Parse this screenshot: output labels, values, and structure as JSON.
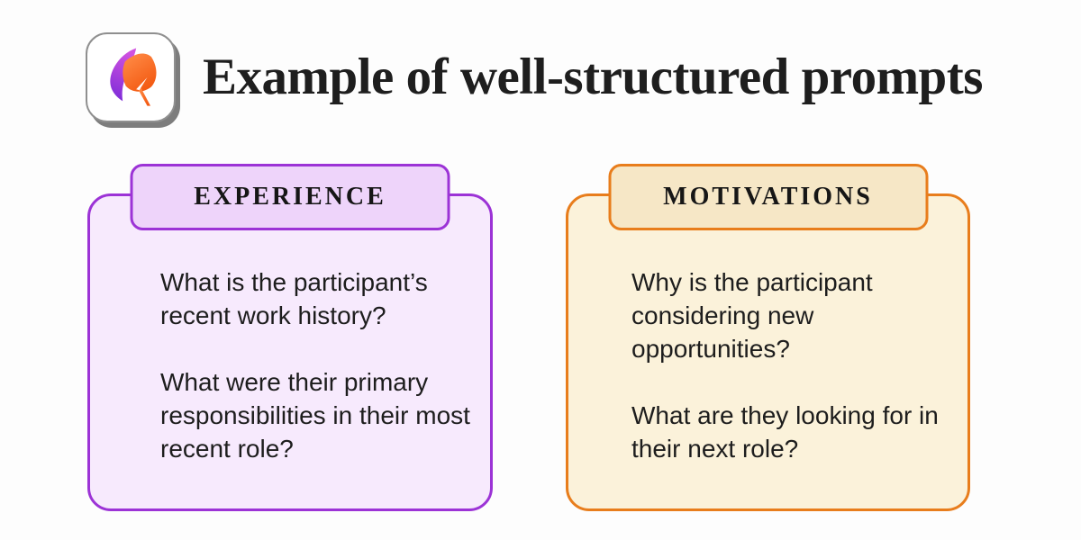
{
  "header": {
    "title": "Example of well-structured prompts",
    "logo": "dual-leaf-logo"
  },
  "cards": [
    {
      "label": "EXPERIENCE",
      "questions": [
        "What is the participant’s recent work history?",
        "What were their primary responsibilities in their most recent role?"
      ]
    },
    {
      "label": "MOTIVATIONS",
      "questions": [
        "Why is the participant considering new opportunities?",
        "What are they looking for in their next role?"
      ]
    }
  ],
  "colors": {
    "page-bg": "#fdfdfd",
    "title-color": "#1e1e1e",
    "text-color": "#1d1d1d",
    "purple-accent": "#9c33d6",
    "purple-badge-bg": "#eed4fa",
    "purple-body-bg": "#f7eafd",
    "orange-accent": "#e87d1c",
    "orange-badge-bg": "#f6e7c6",
    "orange-body-bg": "#fbf2da",
    "logo-purple-top": "#d052e0",
    "logo-purple-bottom": "#7a2bd8",
    "logo-orange-top": "#ff8a45",
    "logo-orange-bottom": "#f2560e"
  }
}
